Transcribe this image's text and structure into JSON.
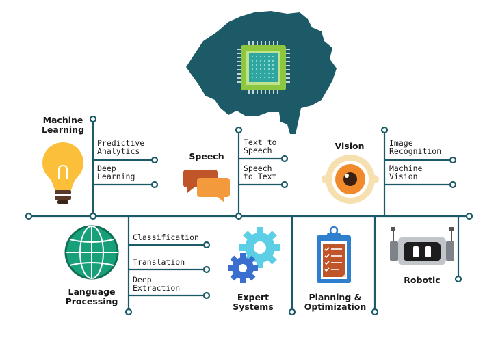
{
  "colors": {
    "line": "#1b5a66",
    "brain": "#1b5a66",
    "chip": "#8dc63f",
    "bulb": "#fbbf3a",
    "speech_back": "#c0552a",
    "speech_front": "#f39a3c",
    "eye_ring": "#f6e0b0",
    "eye_iris": "#f08a2a",
    "globe": "#18a07a",
    "gear_light": "#5ccfe6",
    "gear_dark": "#3a6fcf",
    "clipboard": "#2f7fcf",
    "robot": "#9aa0a6"
  },
  "categories": {
    "machine_learning": {
      "title_line1": "Machine",
      "title_line2": "Learning",
      "icon": "lightbulb-icon",
      "items": [
        {
          "line1": "Predictive",
          "line2": "Analytics"
        },
        {
          "line1": "Deep",
          "line2": "Learning"
        }
      ]
    },
    "speech": {
      "title": "Speech",
      "icon": "speech-bubbles-icon",
      "items": [
        {
          "line1": "Text to",
          "line2": "Speech"
        },
        {
          "line1": "Speech",
          "line2": "to Text"
        }
      ]
    },
    "vision": {
      "title": "Vision",
      "icon": "eye-icon",
      "items": [
        {
          "line1": "Image",
          "line2": "Recognition"
        },
        {
          "line1": "Machine",
          "line2": "Vision"
        }
      ]
    },
    "language_processing": {
      "title_line1": "Language",
      "title_line2": "Processing",
      "icon": "globe-icon",
      "items": [
        {
          "line1": "Classification"
        },
        {
          "line1": "Translation"
        },
        {
          "line1": "Deep",
          "line2": "Extraction"
        }
      ]
    },
    "expert_systems": {
      "title_line1": "Expert",
      "title_line2": "Systems",
      "icon": "gears-icon"
    },
    "planning": {
      "title_line1": "Planning &",
      "title_line2": "Optimization",
      "icon": "clipboard-icon"
    },
    "robotic": {
      "title": "Robotic",
      "icon": "robot-icon"
    }
  },
  "center_icon": "brain-chip-icon"
}
